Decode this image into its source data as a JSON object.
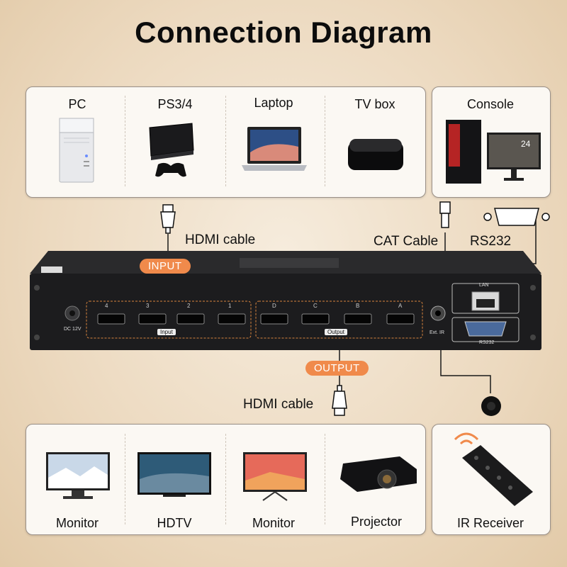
{
  "title": "Connection Diagram",
  "sources": [
    {
      "label": "PC",
      "icon": "pc-tower-icon"
    },
    {
      "label": "PS3/4",
      "icon": "game-console-icon"
    },
    {
      "label": "Laptop",
      "icon": "laptop-icon"
    },
    {
      "label": "TV box",
      "icon": "tv-box-icon"
    }
  ],
  "control_source": {
    "label": "Console",
    "icon": "desktop-computer-icon"
  },
  "sinks": [
    {
      "label": "Monitor",
      "icon": "monitor-icon"
    },
    {
      "label": "HDTV",
      "icon": "hdtv-icon"
    },
    {
      "label": "Monitor",
      "icon": "monitor-icon"
    },
    {
      "label": "Projector",
      "icon": "projector-icon"
    }
  ],
  "remote": {
    "label": "IR Receiver",
    "icon": "ir-remote-icon"
  },
  "cables": {
    "hdmi_in": "HDMI cable",
    "hdmi_out": "HDMI cable",
    "cat": "CAT Cable",
    "rs232": "RS232"
  },
  "device": {
    "input_pill": "INPUT",
    "output_pill": "OUTPUT",
    "dc_label": "DC 12V",
    "input_group": "Input",
    "output_group": "Output",
    "ir_label": "Ext. IR",
    "lan_label": "LAN",
    "rs232_label": "RS232",
    "input_ports": [
      "4",
      "3",
      "2",
      "1"
    ],
    "output_ports": [
      "D",
      "C",
      "B",
      "A"
    ]
  },
  "colors": {
    "accent": "#f08a4b",
    "device": "#1c1c1e",
    "panel": "#fbf8f3"
  }
}
